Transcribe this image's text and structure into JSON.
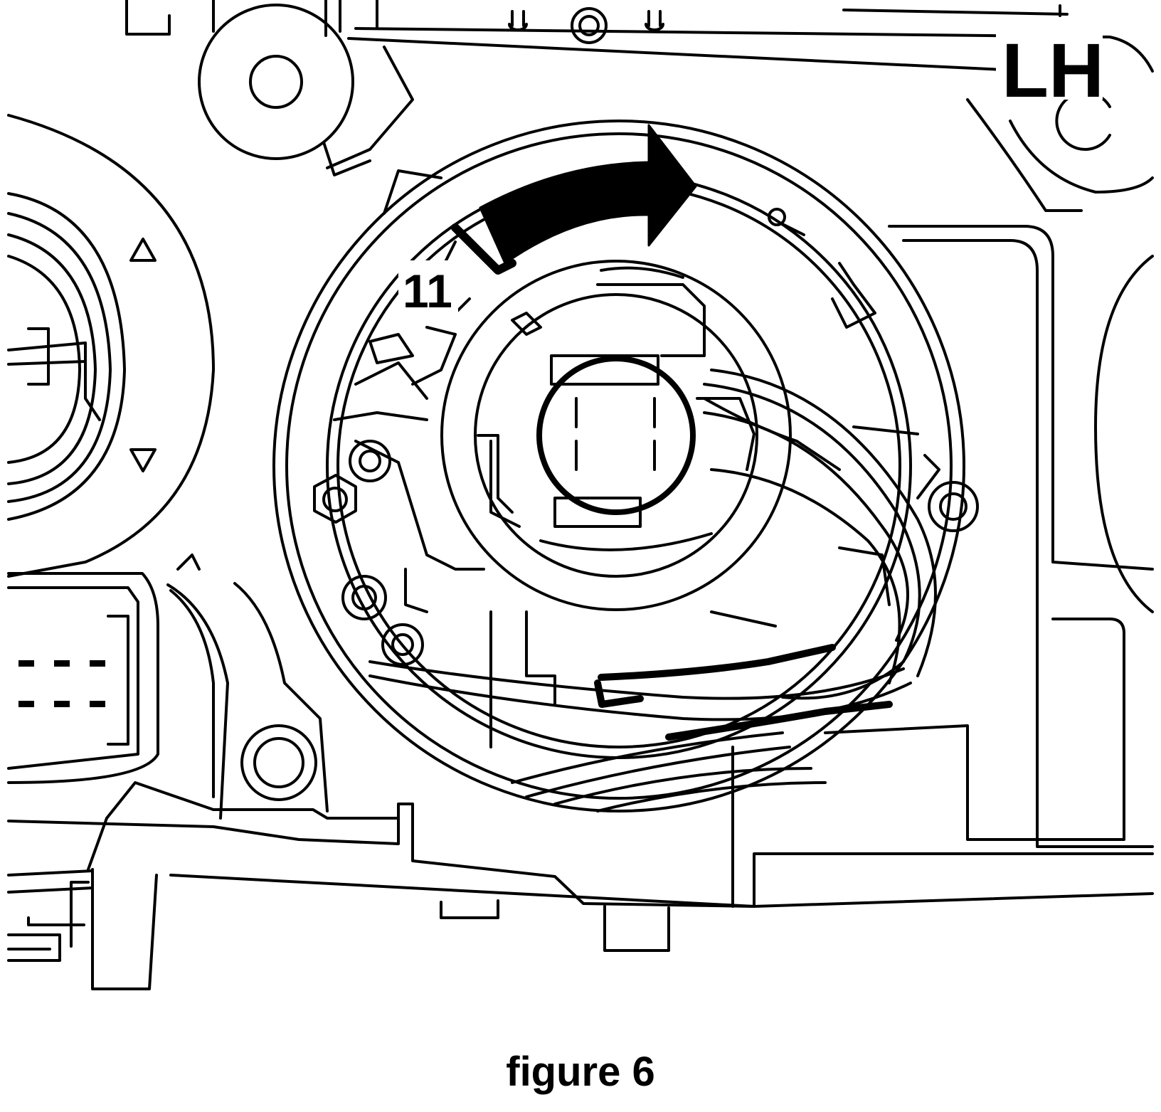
{
  "diagram": {
    "side_label": "LH",
    "callout_number": "11",
    "caption": "figure 6",
    "line_color": "#000000",
    "background_color": "#ffffff"
  }
}
